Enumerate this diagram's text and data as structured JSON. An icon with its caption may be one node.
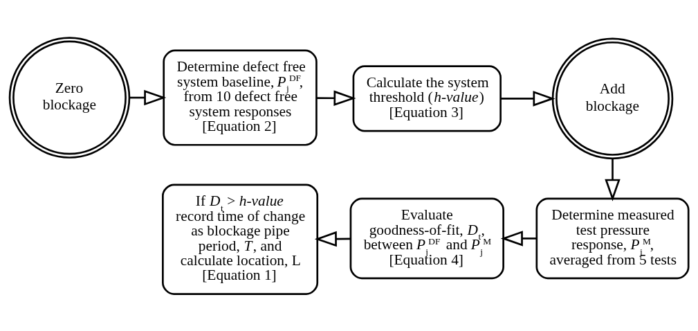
{
  "diagram": {
    "nodes": [
      {
        "text": [
          "Zero blockage"
        ]
      },
      {
        "text": [
          "Determine defect free system baseline, *P*$_{j}$$^{DF}$, from 10 defect free system responses [Equation 2]"
        ]
      },
      {
        "text": [
          "Calculate the system threshold (*h-value*) [Equation 3]"
        ]
      },
      {
        "text": [
          "Add blockage"
        ]
      },
      {
        "text": [
          "Determine measured test pressure response, *P*$_{j}$$^{M}$, averaged from 5 tests"
        ]
      },
      {
        "text": [
          "Evaluate goodness-of-fit, *D*$_{t}$, between *P*$_{j}$$^{DF}$ and *P*$_{j}$$^{M}$ [Equation 4]"
        ]
      },
      {
        "text": [
          "If *D*$_{t}$ > *h-value* record time of change as blockage pipe period, *T*, and calculate location, L [Equation 1]"
        ]
      }
    ],
    "edges": [
      {
        "from": 0,
        "to": 1,
        "arrow": "to"
      },
      {
        "from": 1,
        "to": 2,
        "arrow": "to"
      },
      {
        "from": 2,
        "to": 3,
        "arrow": "to"
      },
      {
        "from": 3,
        "to": 4,
        "arrow": "to"
      },
      {
        "from": 4,
        "to": 5,
        "arrow": "to"
      },
      {
        "from": 5,
        "to": 6,
        "arrow": "to"
      }
    ]
  }
}
